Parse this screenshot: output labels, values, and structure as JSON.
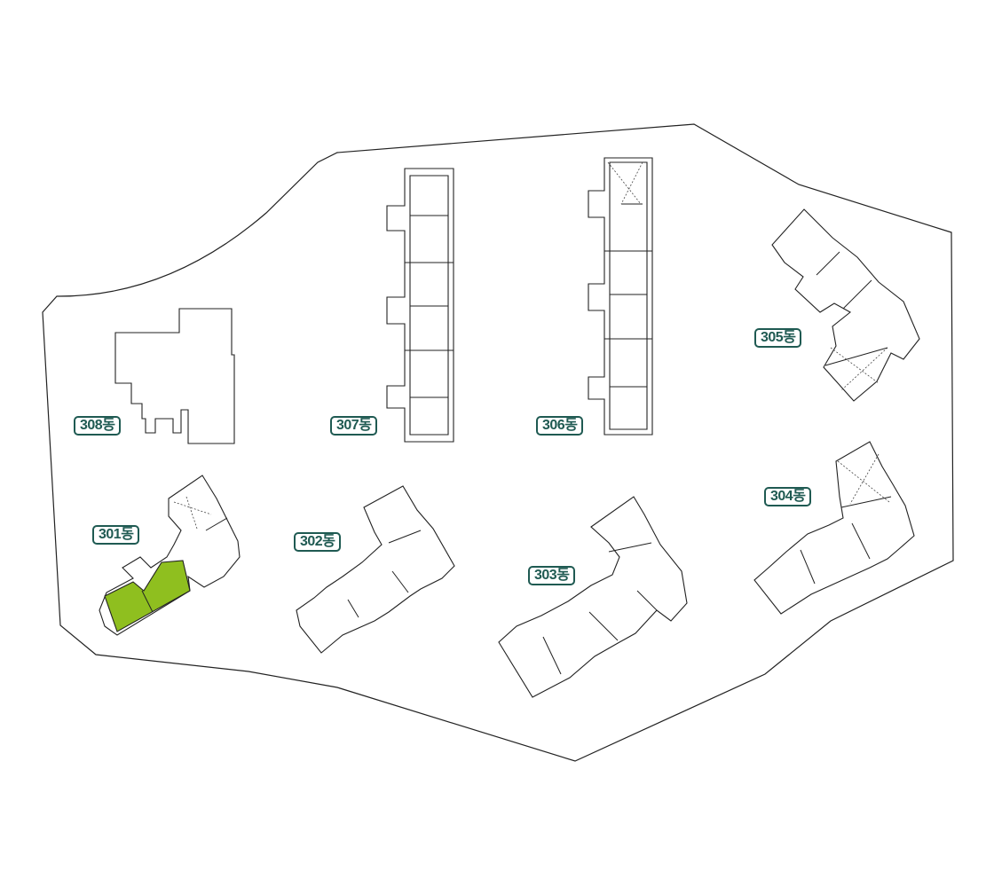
{
  "colors": {
    "label": "#1f5a52",
    "outline": "#222222",
    "highlight": "#8fbf1f",
    "background": "#ffffff"
  },
  "buildings": [
    {
      "id": "301",
      "label": "301동",
      "selected": true
    },
    {
      "id": "302",
      "label": "302동",
      "selected": false
    },
    {
      "id": "303",
      "label": "303동",
      "selected": false
    },
    {
      "id": "304",
      "label": "304동",
      "selected": false
    },
    {
      "id": "305",
      "label": "305동",
      "selected": false
    },
    {
      "id": "306",
      "label": "306동",
      "selected": false
    },
    {
      "id": "307",
      "label": "307동",
      "selected": false
    },
    {
      "id": "308",
      "label": "308동",
      "selected": false
    }
  ]
}
